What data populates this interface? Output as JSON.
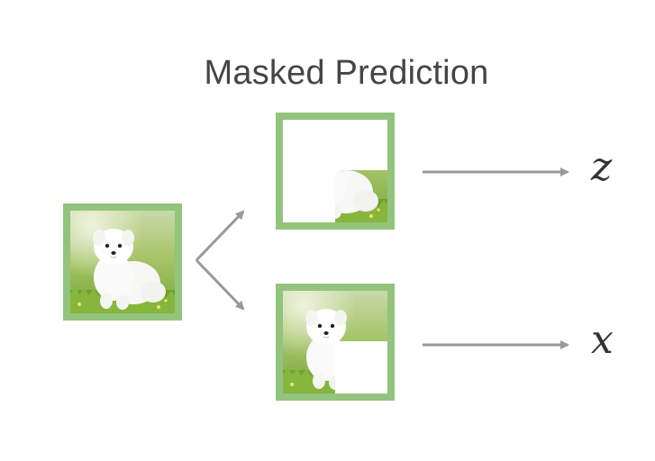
{
  "diagram": {
    "title": "Masked Prediction",
    "outputs": {
      "top": "z",
      "bottom": "x"
    },
    "colors": {
      "frame_border": "#93c47d",
      "arrow": "#999999",
      "title_text": "#454545"
    },
    "images": {
      "input": "white-puppy-photo",
      "top_masked": "white-puppy-photo-visible-bottom-right-quadrant",
      "bottom_masked": "white-puppy-photo-masked-bottom-right-quadrant"
    }
  }
}
